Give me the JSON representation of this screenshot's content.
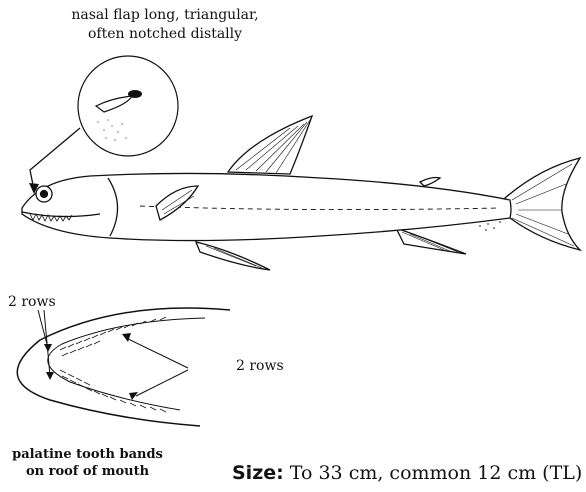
{
  "callout": {
    "line1": "nasal flap long, triangular,",
    "line2": "often notched distally"
  },
  "tooth_labels": {
    "left": "2 rows",
    "right": "2 rows"
  },
  "caption": {
    "line1": "palatine tooth bands",
    "line2": "on roof of mouth"
  },
  "size": {
    "label": "Size:",
    "value": "To 33 cm, common 12 cm (TL)"
  }
}
